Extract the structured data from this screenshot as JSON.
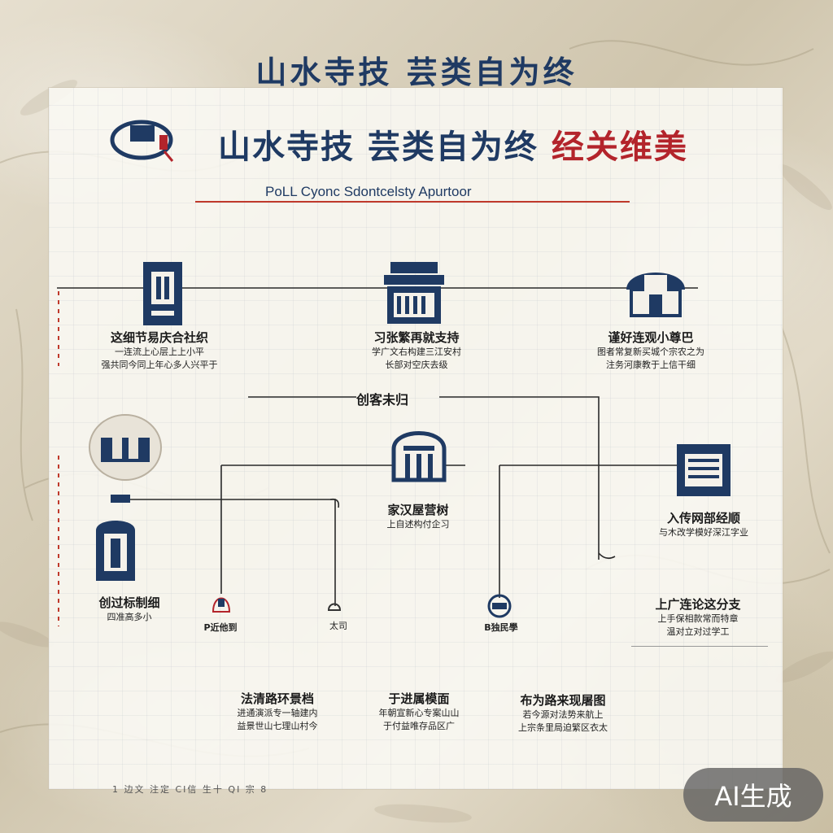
{
  "header": {
    "top_title": "山水寺技 芸类自为终",
    "panel_title_main": "山水寺技 芸类自为终",
    "panel_title_accent": "经关维美",
    "subtitle": "PoLL Cyonc Sdontcelsty Apurtoor"
  },
  "center": {
    "label": "创客未归"
  },
  "nodes": [
    {
      "title": "这细节易庆合社织",
      "line1": "一连流上心层上上小平",
      "line2": "强共同今同上年心多人兴平于"
    },
    {
      "title": "习张繁再就支持",
      "line1": "学广文右构建三江安村",
      "line2": "长部对空庆去级"
    },
    {
      "title": "谨好连观小尊巴",
      "line1": "图者常复新买城个宗农之为",
      "line2": "注务河康教于上信干细"
    },
    {
      "title": "家汉屋营树",
      "line1": "上自述构付企习"
    },
    {
      "title": "入传网部经顺",
      "line1": "与木改学模好深江字业"
    },
    {
      "title": "创过标制细",
      "line1": "四准高多小"
    },
    {
      "title": "上广连论这分支",
      "line1": "上手保相款常而特章",
      "line2": "温对立对过学工"
    }
  ],
  "small_labels": {
    "pin_a": "P近他到",
    "pin_b": "太司",
    "pin_c": "B独民學"
  },
  "bottom": [
    {
      "title": "法清路环景档",
      "line1": "进通演派专一轴建内",
      "line2": "益景世山七理山村今"
    },
    {
      "title": "于进属模面",
      "line1": "年朝宣新心专案山山",
      "line2": "于付益唯存品区广"
    },
    {
      "title": "布为路来现屠图",
      "line1": "若今源对法势来航上",
      "line2": "上宗条里局迫繁区衣太"
    }
  ],
  "footer": "1 边文 注定 CI信 生十 QI 宗 8",
  "badge": "AI生成",
  "colors": {
    "navy": "#1f3a63",
    "red": "#c0392b",
    "paper": "#f8f6f1"
  }
}
